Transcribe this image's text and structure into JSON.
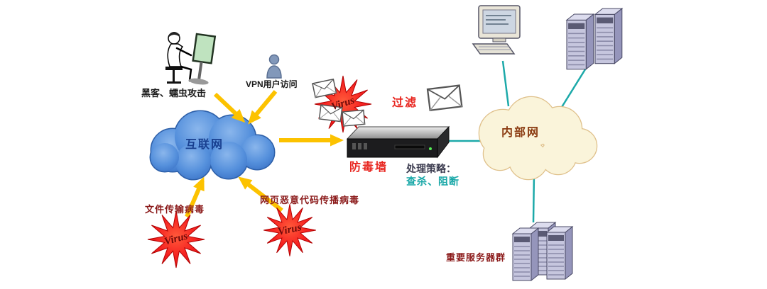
{
  "labels": {
    "hacker_attack": "黑客、蠕虫攻击",
    "vpn_access": "VPN用户访问",
    "internet": "互联网",
    "mail_virus": "Virus",
    "filter": "过滤",
    "firewall": "防毒墙",
    "strategy_title": "处理策略：",
    "strategy_actions": "查杀、阻断",
    "intranet": "内部网",
    "file_virus_caption": "文件传输病毒",
    "web_virus_caption": "网页恶意代码传播病毒",
    "file_virus": "Virus",
    "web_virus": "Virus",
    "server_group": "重要服务器群"
  },
  "colors": {
    "internet_cloud": "#4a86d8",
    "intranet_cloud_fill": "#faf4da",
    "intranet_cloud_stroke": "#dfc08a",
    "arrow_yellow": "#fcc200",
    "link_teal": "#1ca9a9",
    "virus_red": "#f52020",
    "alert_red_text": "#e8251f",
    "maroon_text": "#8b1a1a",
    "internet_text": "#183f8f",
    "intranet_text": "#8a3a10"
  }
}
